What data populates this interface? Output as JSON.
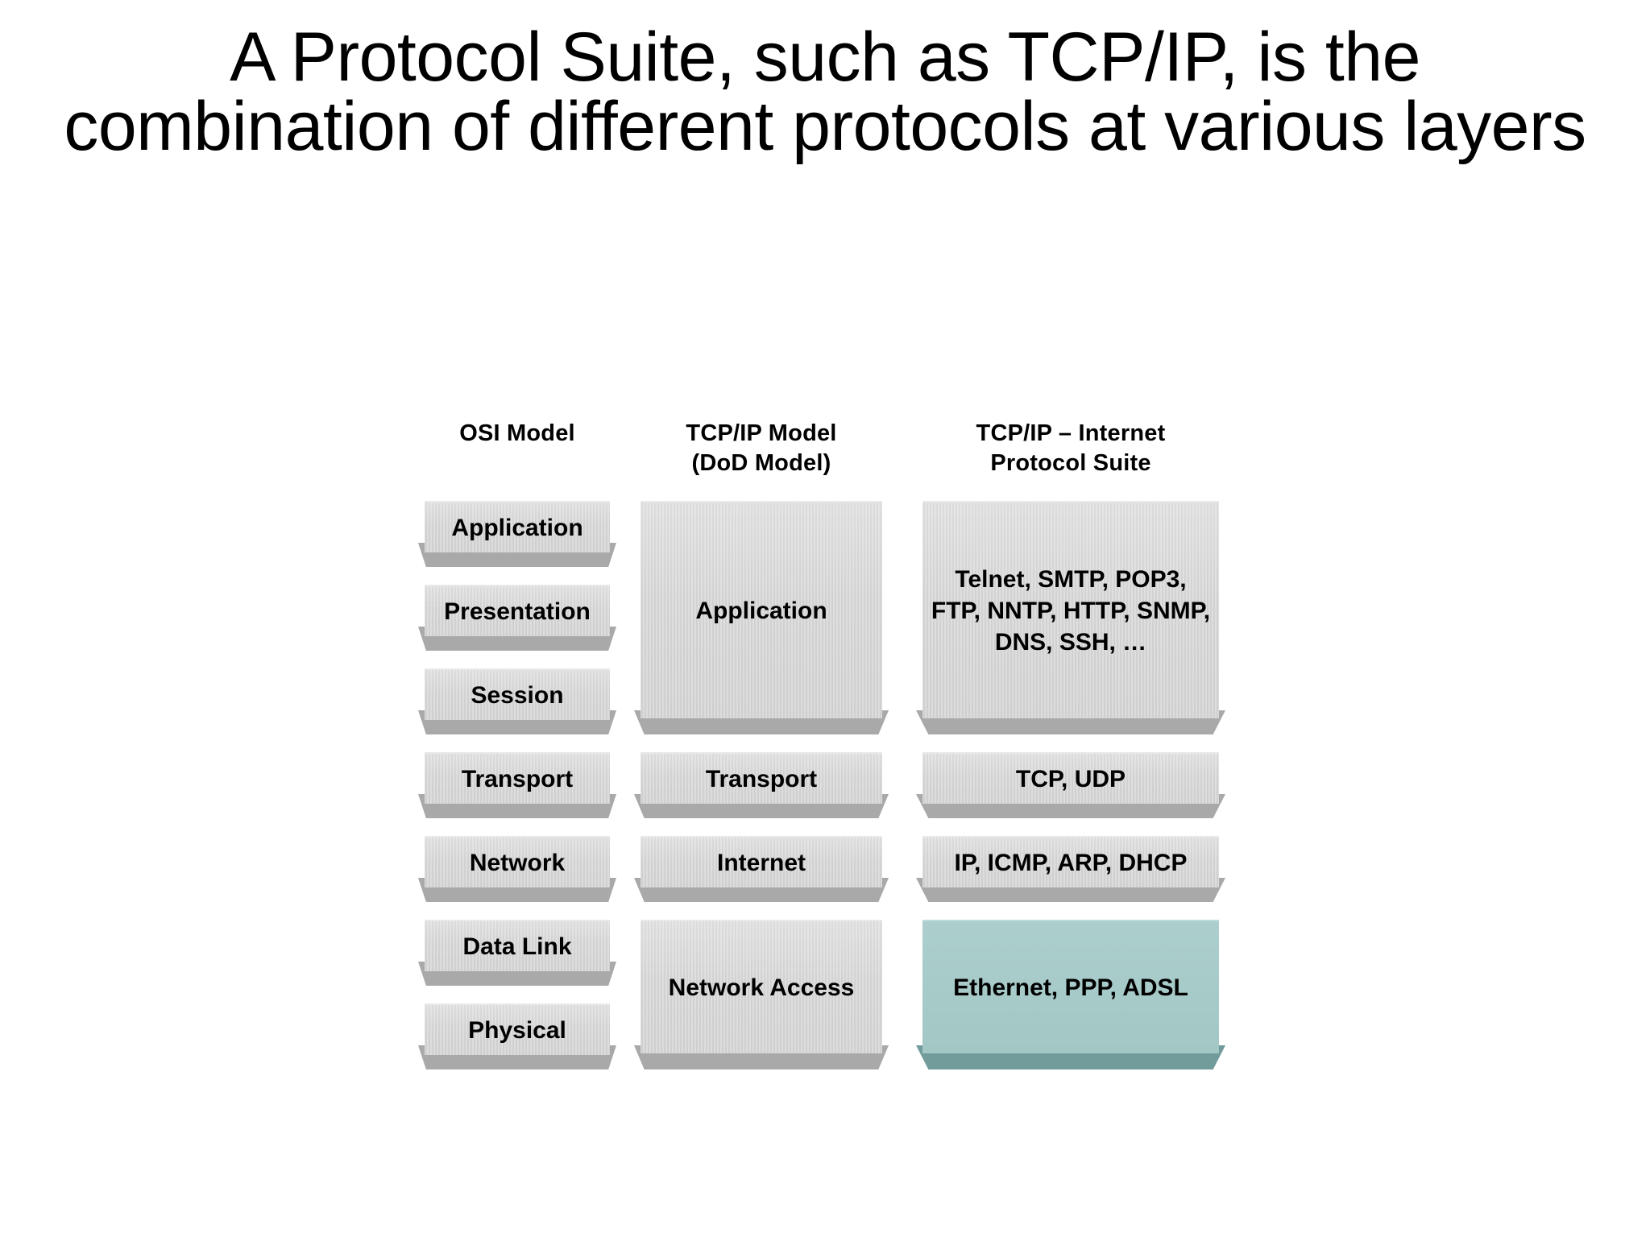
{
  "slide": {
    "title": "A Protocol Suite, such as TCP/IP, is the combination of different protocols at various layers",
    "background_color": "#ffffff"
  },
  "diagram": {
    "columns": [
      {
        "id": "osi",
        "header": "OSI Model",
        "header_line2": "",
        "layers": [
          {
            "label": "Application"
          },
          {
            "label": "Presentation"
          },
          {
            "label": "Session"
          },
          {
            "label": "Transport"
          },
          {
            "label": "Network"
          },
          {
            "label": "Data Link"
          },
          {
            "label": "Physical"
          }
        ]
      },
      {
        "id": "tcpip-model",
        "header": "TCP/IP Model",
        "header_line2": "(DoD Model)",
        "layers": [
          {
            "label": "Application"
          },
          {
            "label": "Transport"
          },
          {
            "label": "Internet"
          },
          {
            "label": "Network Access"
          }
        ]
      },
      {
        "id": "tcpip-suite",
        "header": "TCP/IP – Internet",
        "header_line2": "Protocol Suite",
        "layers": [
          {
            "label": "Telnet, SMTP, POP3, FTP, NNTP, HTTP, SNMP, DNS, SSH, …"
          },
          {
            "label": "TCP, UDP"
          },
          {
            "label": "IP, ICMP, ARP, DHCP"
          },
          {
            "label": "Ethernet, PPP, ADSL"
          }
        ]
      }
    ],
    "colors": {
      "block_face": "#d2d2d2",
      "block_shadow": "#a9a9a9",
      "highlight_face": "#a6cac8",
      "highlight_shadow": "#729b9b",
      "text": "#000000"
    }
  }
}
